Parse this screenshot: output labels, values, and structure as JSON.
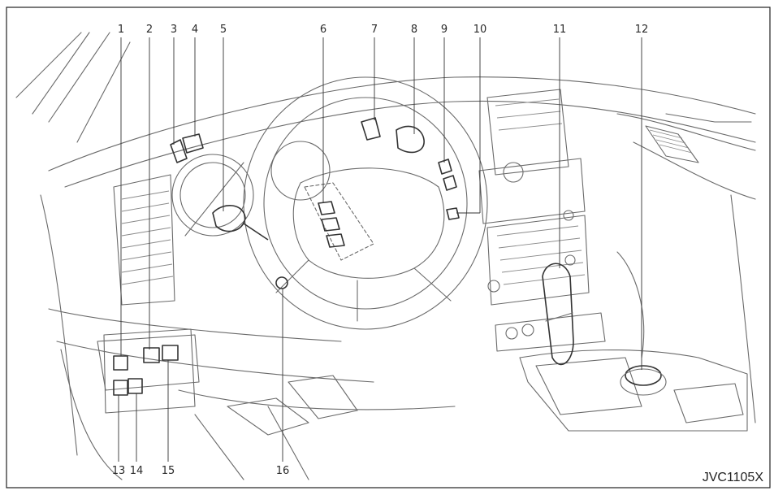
{
  "callouts": [
    "1",
    "2",
    "3",
    "4",
    "5",
    "6",
    "7",
    "8",
    "9",
    "10",
    "11",
    "12",
    "13",
    "14",
    "15",
    "16"
  ],
  "figure_code": "JVC1105X"
}
